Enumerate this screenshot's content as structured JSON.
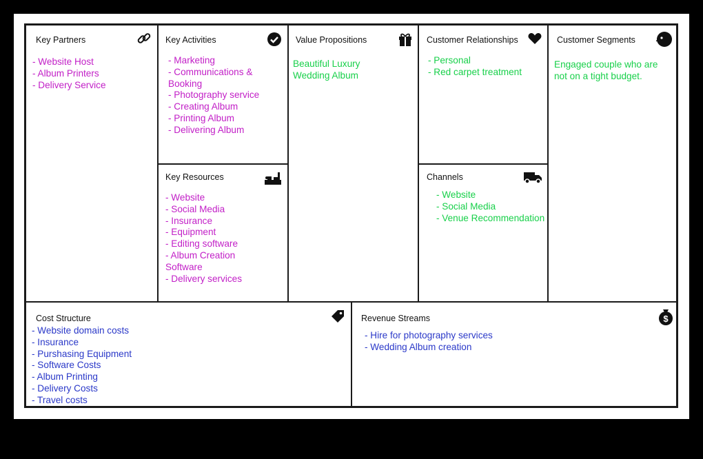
{
  "colors": {
    "partners": "#c21fc7",
    "value": "#18d04a",
    "costs": "#2a38c8",
    "border": "#1a1a1a"
  },
  "key_partners": {
    "title": "Key Partners",
    "icon": "link-icon",
    "items": [
      "- Website Host",
      "- Album Printers",
      "- Delivery Service"
    ]
  },
  "key_activities": {
    "title": "Key Activities",
    "icon": "check-circle-icon",
    "items": [
      "- Marketing",
      "- Communications &",
      "Booking",
      "- Photography service",
      "- Creating Album",
      "- Printing Album",
      "- Delivering Album"
    ]
  },
  "key_resources": {
    "title": "Key Resources",
    "icon": "factory-icon",
    "items": [
      "- Website",
      "- Social Media",
      "- Insurance",
      "- Equipment",
      "- Editing software",
      "- Album Creation",
      "Software",
      "- Delivery services"
    ]
  },
  "value_propositions": {
    "title": "Value Propositions",
    "icon": "gift-icon",
    "items": [
      "Beautiful Luxury",
      "Wedding Album"
    ]
  },
  "customer_relationships": {
    "title": "Customer Relationships",
    "icon": "heart-icon",
    "items": [
      "- Personal",
      "- Red carpet treatment"
    ]
  },
  "channels": {
    "title": "Channels",
    "icon": "truck-icon",
    "items": [
      "- Website",
      "- Social Media",
      "- Venue Recommendation"
    ]
  },
  "customer_segments": {
    "title": "Customer Segments",
    "icon": "face-icon",
    "items": [
      "Engaged couple who are",
      "not on a tight budget."
    ]
  },
  "cost_structure": {
    "title": "Cost Structure",
    "icon": "tag-icon",
    "items": [
      "- Website domain costs",
      "- Insurance",
      "- Purshasing Equipment",
      "- Software Costs",
      "- Album Printing",
      "- Delivery Costs",
      "- Travel costs"
    ]
  },
  "revenue_streams": {
    "title": "Revenue Streams",
    "icon": "money-bag-icon",
    "items": [
      "- Hire for photography services",
      "- Wedding Album creation"
    ]
  }
}
